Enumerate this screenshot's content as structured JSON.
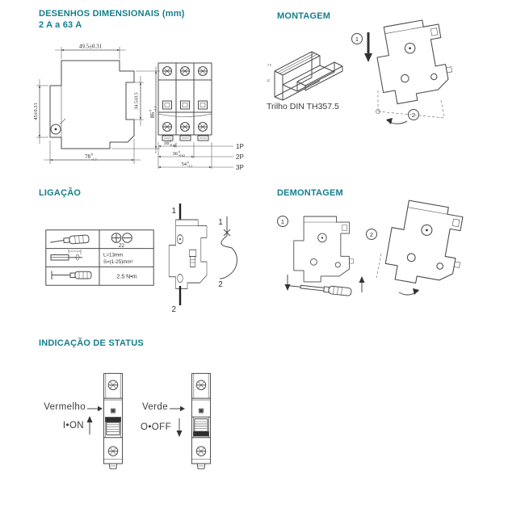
{
  "colors": {
    "accent": "#147e8c",
    "line": "#4a4a4a",
    "ink": "#3a3a3a"
  },
  "dimensional": {
    "title": "DESENHOS DIMENSIONAIS (mm)",
    "subtitle": "2 A a 63 A",
    "side": {
      "dim_top": "49.5±0.31",
      "dim_left": "45±0.31",
      "dim_notch": "34.5±0.5",
      "dim_height": "86",
      "dim_height_sup": "0",
      "dim_height_sub": "-1.4",
      "dim_bottom": "78",
      "dim_bottom_sup": "0",
      "dim_bottom_sub": "-1.2"
    },
    "front": {
      "dim_1p": "18",
      "dim_1p_sup": "0",
      "dim_1p_sub": "-0.43",
      "dim_2p": "36",
      "dim_2p_sup": "0",
      "dim_2p_sub": "-0.62",
      "dim_3p": "54",
      "dim_3p_sup": "0",
      "dim_3p_sub": "-1.2",
      "label_1p": "1P",
      "label_2p": "2P",
      "label_3p": "3P"
    }
  },
  "montagem": {
    "title": "MONTAGEM",
    "rail_label": "Trilho DIN TH357.5",
    "rail_width": "35",
    "rail_depth": "7.5",
    "step1": "1",
    "step2": "2"
  },
  "ligacao": {
    "title": "LIGAÇÃO",
    "screw_code": "Z2",
    "strip_length": "L=13mm",
    "wire_section": "S=(1-25)mm²",
    "torque": "2.5 N•m",
    "terminal_in": "1",
    "terminal_out": "2",
    "symbol_in": "1",
    "symbol_out": "2"
  },
  "demontagem": {
    "title": "DEMONTAGEM",
    "step1": "1",
    "step2": "2"
  },
  "status": {
    "title": "INDICAÇÃO DE STATUS",
    "on_color_label": "Vermelho",
    "on_state_label": "I•ON",
    "off_color_label": "Verde",
    "off_state_label": "O•OFF"
  }
}
